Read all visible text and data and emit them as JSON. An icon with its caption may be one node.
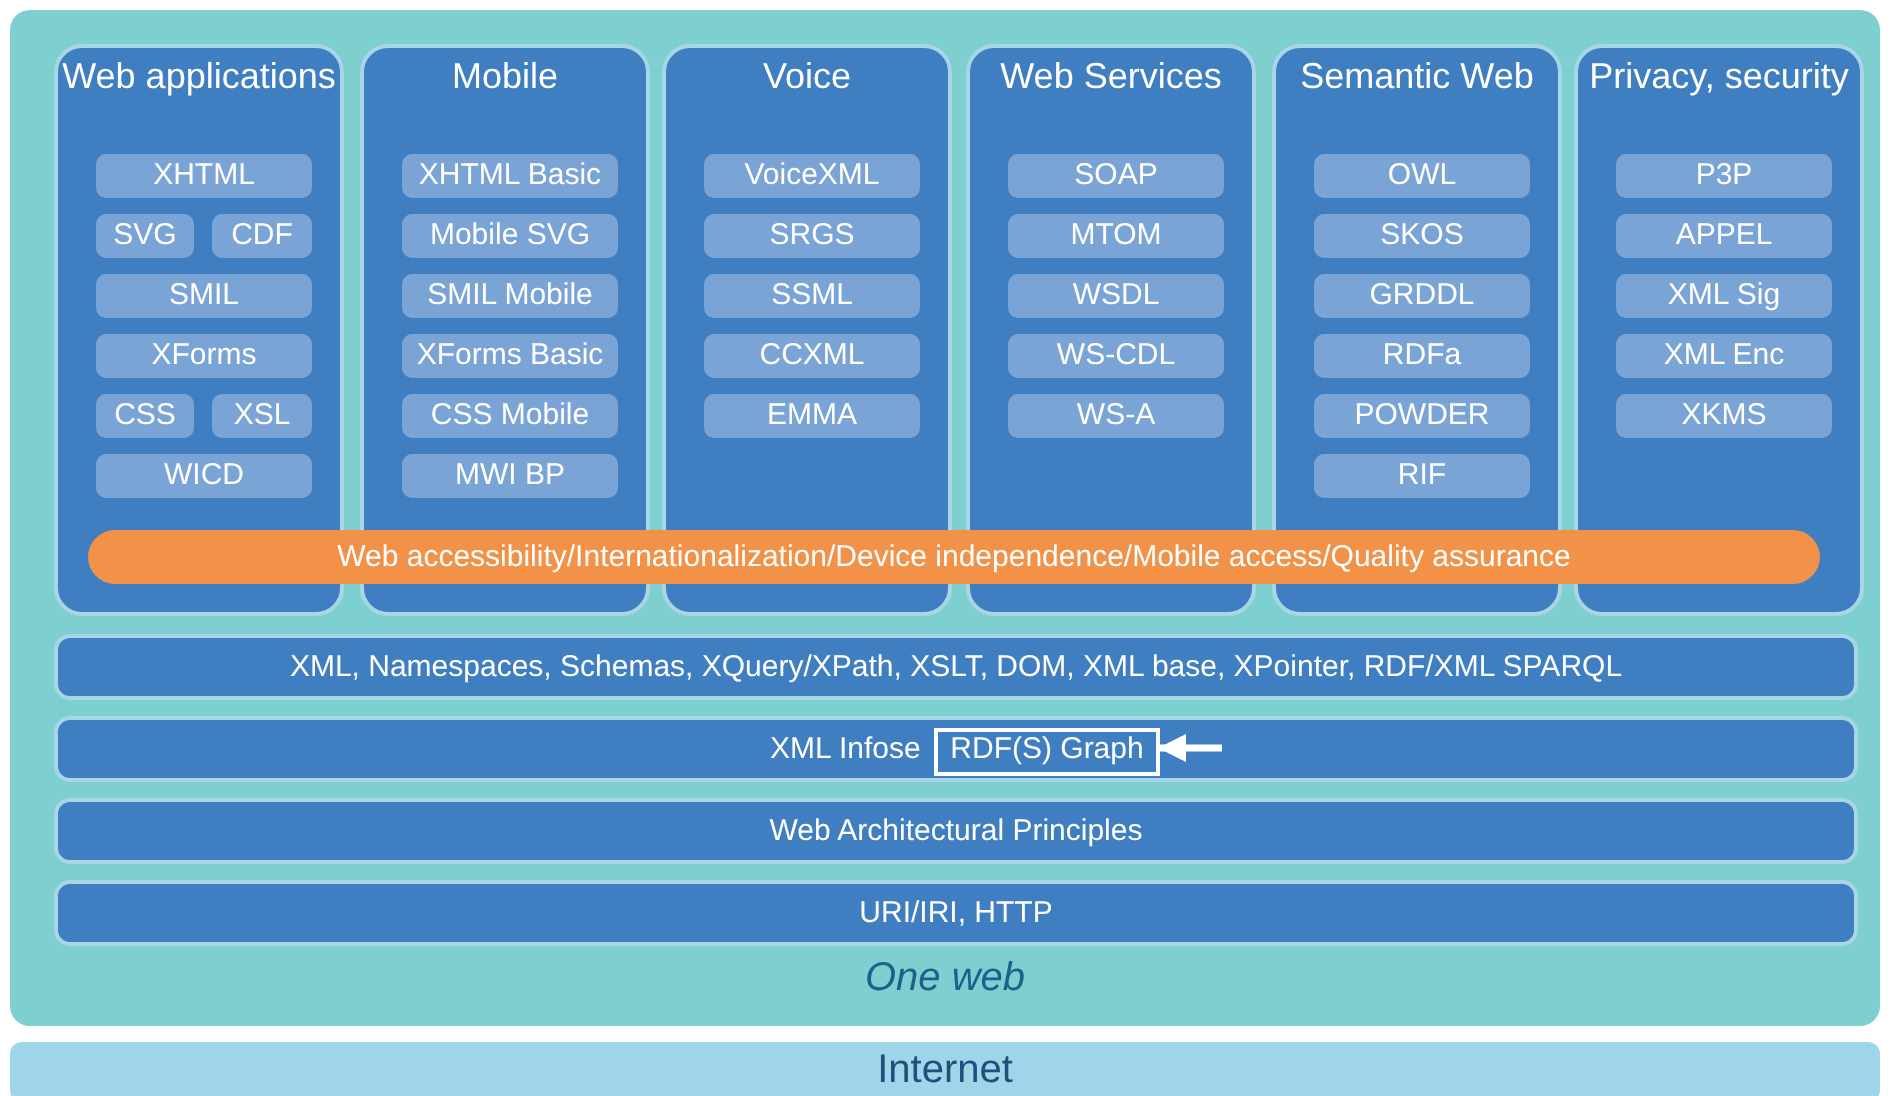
{
  "diagram": {
    "nodes": [
      {
        "text": [
          "One web"
        ]
      },
      {
        "text": [
          "Web applications"
        ],
        "in": 0
      },
      {
        "text": [
          "XHTML"
        ],
        "in": 1
      },
      {
        "text": [
          "SVG"
        ],
        "in": 1
      },
      {
        "text": [
          "CDF"
        ],
        "in": 1
      },
      {
        "text": [
          "SMIL"
        ],
        "in": 1
      },
      {
        "text": [
          "XForms"
        ],
        "in": 1
      },
      {
        "text": [
          "CSS"
        ],
        "in": 1
      },
      {
        "text": [
          "XSL"
        ],
        "in": 1
      },
      {
        "text": [
          "WICD"
        ],
        "in": 1
      },
      {
        "text": [
          "Mobile"
        ],
        "in": 0
      },
      {
        "text": [
          "XHTML Basic"
        ],
        "in": 10
      },
      {
        "text": [
          "Mobile SVG"
        ],
        "in": 10
      },
      {
        "text": [
          "SMIL Mobile"
        ],
        "in": 10
      },
      {
        "text": [
          "XForms Basic"
        ],
        "in": 10
      },
      {
        "text": [
          "CSS Mobile"
        ],
        "in": 10
      },
      {
        "text": [
          "MWI BP"
        ],
        "in": 10
      },
      {
        "text": [
          "Voice"
        ],
        "in": 0
      },
      {
        "text": [
          "VoiceXML"
        ],
        "in": 17
      },
      {
        "text": [
          "SRGS"
        ],
        "in": 17
      },
      {
        "text": [
          "SSML"
        ],
        "in": 17
      },
      {
        "text": [
          "CCXML"
        ],
        "in": 17
      },
      {
        "text": [
          "EMMA"
        ],
        "in": 17
      },
      {
        "text": [
          "Web Services"
        ],
        "in": 0
      },
      {
        "text": [
          "SOAP"
        ],
        "in": 23
      },
      {
        "text": [
          "MTOM"
        ],
        "in": 23
      },
      {
        "text": [
          "WSDL"
        ],
        "in": 23
      },
      {
        "text": [
          "WS-CDL"
        ],
        "in": 23
      },
      {
        "text": [
          "WS-A"
        ],
        "in": 23
      },
      {
        "text": [
          "Semantic Web"
        ],
        "in": 0
      },
      {
        "text": [
          "OWL"
        ],
        "in": 29
      },
      {
        "text": [
          "SKOS"
        ],
        "in": 29
      },
      {
        "text": [
          "GRDDL"
        ],
        "in": 29
      },
      {
        "text": [
          "RDFa"
        ],
        "in": 29
      },
      {
        "text": [
          "POWDER"
        ],
        "in": 29
      },
      {
        "text": [
          "RIF"
        ],
        "in": 29
      },
      {
        "text": [
          "Privacy, security"
        ],
        "in": 0
      },
      {
        "text": [
          "P3P"
        ],
        "in": 36
      },
      {
        "text": [
          "APPEL"
        ],
        "in": 36
      },
      {
        "text": [
          "XML Sig"
        ],
        "in": 36
      },
      {
        "text": [
          "XML Enc"
        ],
        "in": 36
      },
      {
        "text": [
          "XKMS"
        ],
        "in": 36
      },
      {
        "text": [
          "Web accessibility/Internationalization/Device independence/Mobile access/Quality assurance"
        ],
        "in": 0
      },
      {
        "text": [
          "XML, Namespaces, Schemas, XQuery/XPath, XSLT, DOM, XML base, XPointer, RDF/XML SPARQL"
        ],
        "in": 0
      },
      {
        "text": [
          "XML Infose"
        ],
        "in": 0
      },
      {
        "text": [
          "RDF(S) Graph"
        ],
        "in": 44
      },
      {
        "text": [
          "Web Architectural Principles"
        ],
        "in": 0
      },
      {
        "text": [
          "URI/IRI, HTTP"
        ],
        "in": 0
      },
      {
        "text": [
          "Internet"
        ]
      }
    ],
    "edges": [
      {
        "from": null,
        "to": 45,
        "arrow": "to"
      }
    ]
  }
}
